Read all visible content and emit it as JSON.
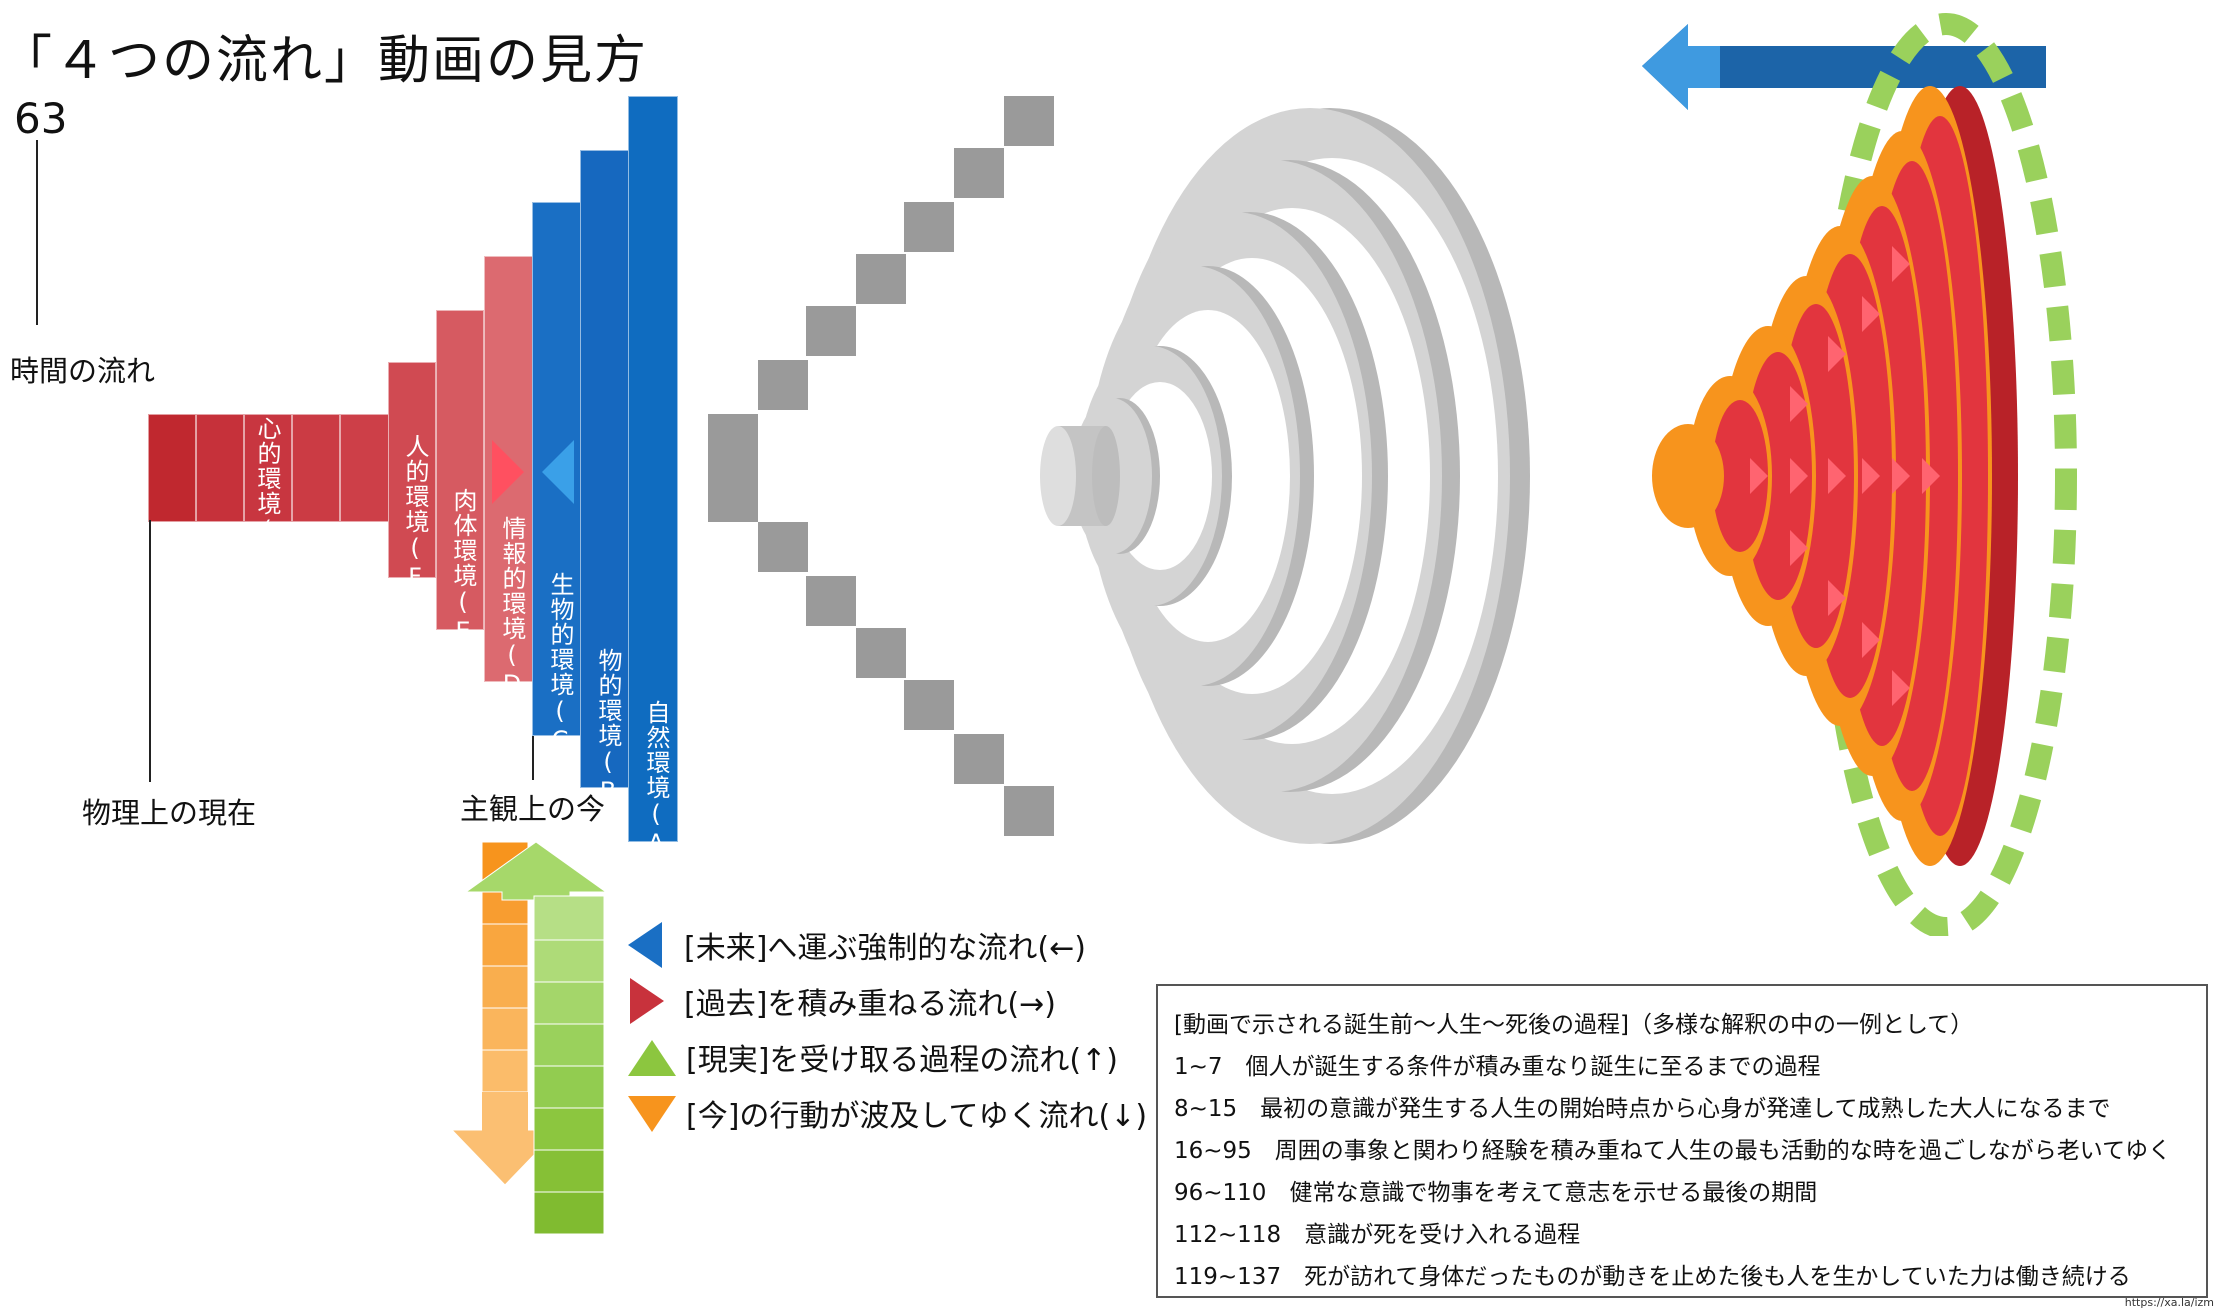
{
  "header": {
    "title": "「４つの流れ」動画の見方",
    "frame_number": "63"
  },
  "axis_labels": {
    "time_flow": "時間の流れ",
    "physical_present": "物理上の現在",
    "subjective_now": "主観上の今"
  },
  "environments": [
    {
      "label": "心的環境(G)",
      "color": "#c8323c"
    },
    {
      "label": "人的環境(F)",
      "color": "#d04a52"
    },
    {
      "label": "肉体環境(E)",
      "color": "#d65a61"
    },
    {
      "label": "情報的環境(D)",
      "color": "#dc6a70"
    },
    {
      "label": "生物的環境(C)",
      "color": "#1a6fc4"
    },
    {
      "label": "物的環境(B)",
      "color": "#1668bf"
    },
    {
      "label": "自然環境(A)",
      "color": "#0f6cc0"
    }
  ],
  "legend": [
    {
      "icon": "blue-left-triangle-icon",
      "color": "#1a6fc4",
      "label": "[未来]へ運ぶ強制的な流れ(←)"
    },
    {
      "icon": "red-right-triangle-icon",
      "color": "#c8323c",
      "label": "[過去]を積み重ねる流れ(→)"
    },
    {
      "icon": "green-up-triangle-icon",
      "color": "#8cc63f",
      "label": "[現実]を受け取る過程の流れ(↑)"
    },
    {
      "icon": "orange-down-triangle-icon",
      "color": "#f7941d",
      "label": "[今]の行動が波及してゆく流れ(↓)"
    }
  ],
  "info": {
    "heading": "[動画で示される誕生前～人生～死後の過程]（多様な解釈の中の一例として）",
    "rows": [
      "1~7　個人が誕生する条件が積み重なり誕生に至るまでの過程",
      "8~15　最初の意識が発生する人生の開始時点から心身が発達して成熟した大人になるまで",
      "16~95　周囲の事象と関わり経験を積み重ねて人生の最も活動的な時を過ごしながら老いてゆく",
      "96~110　健常な意識で物事を考えて意志を示せる最後の期間",
      "112~118　意識が死を受け入れる過程",
      "119~137　死が訪れて身体だったものが動きを止めた後も人を生かしていた力は働き続ける"
    ]
  },
  "credit": "https://xa.la/izm"
}
